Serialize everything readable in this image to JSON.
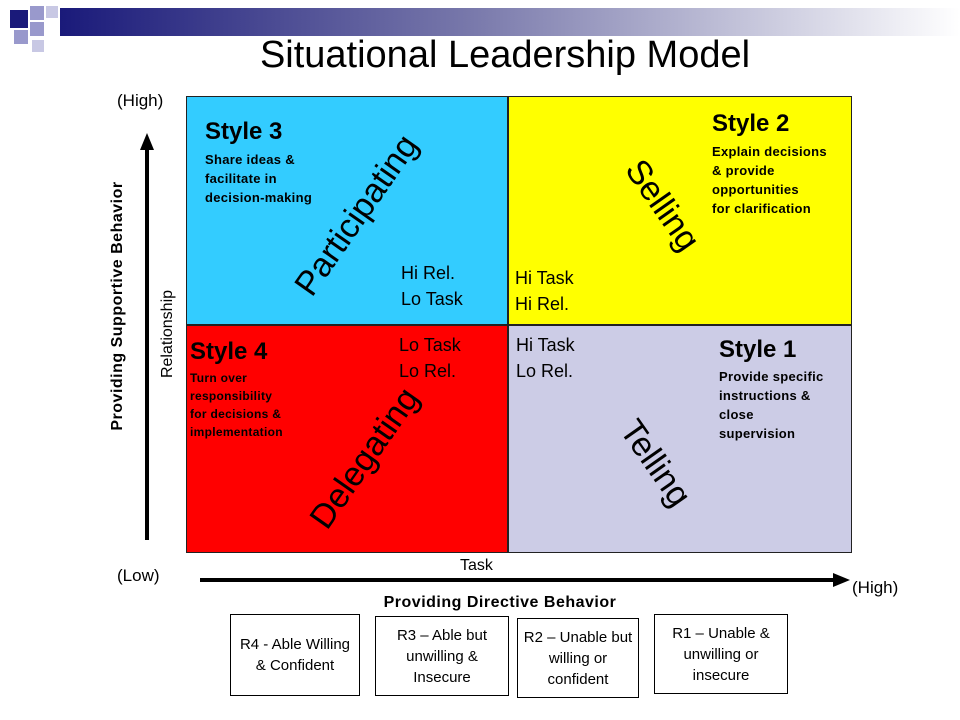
{
  "title": "Situational Leadership Model",
  "colors": {
    "style3_bg": "#33CCFF",
    "style2_bg": "#FFFF00",
    "style4_bg": "#FF0000",
    "style1_bg": "#CCCCE6",
    "arrow": "#000000",
    "deco_dark": "#1A1A7A",
    "deco_light": "#9999CC"
  },
  "quadrants": {
    "style3": {
      "title": "Style 3",
      "desc_lines": [
        "Share ideas &",
        "facilitate in",
        "decision-making"
      ],
      "level_lines": [
        "Hi Rel.",
        "Lo Task"
      ],
      "diagonal": "Participating"
    },
    "style2": {
      "title": "Style 2",
      "desc_lines": [
        "Explain decisions",
        "& provide",
        "opportunities",
        "for clarification"
      ],
      "level_lines": [
        "Hi Task",
        "Hi Rel."
      ],
      "diagonal": "Selling"
    },
    "style4": {
      "title": "Style 4",
      "desc_lines": [
        "Turn over",
        "responsibility",
        "for decisions &",
        "implementation"
      ],
      "level_lines": [
        "Lo Task",
        "Lo Rel."
      ],
      "diagonal": "Delegating"
    },
    "style1": {
      "title": "Style 1",
      "desc_lines": [
        "Provide specific",
        "instructions &",
        "close",
        "supervision"
      ],
      "level_lines": [
        "Hi Task",
        "Lo Rel."
      ],
      "diagonal": "Telling"
    }
  },
  "axes": {
    "y_high": "(High)",
    "y_low": "(Low)",
    "y_label": "Providing Supportive Behavior",
    "y_sublabel": "Relationship",
    "x_high": "(High)",
    "x_label": "Providing Directive Behavior",
    "x_sublabel": "Task"
  },
  "readiness": [
    "R4 - Able Willing & Confident",
    "R3 – Able but unwilling & Insecure",
    "R2 – Unable but willing or confident",
    "R1 – Unable & unwilling or insecure"
  ]
}
